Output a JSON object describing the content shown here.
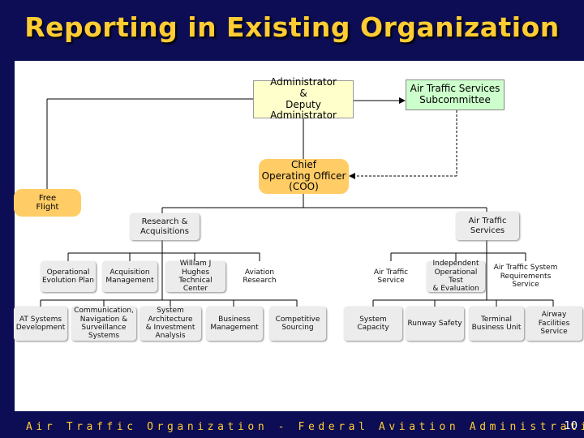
{
  "title": "Reporting in Existing Organization",
  "nodes": {
    "administrator": "Administrator\n&\nDeputy Administrator",
    "subcommittee": "Air Traffic Services\nSubcommittee",
    "coo": "Chief\nOperating Officer\n(COO)",
    "free_flight": "Free\nFlight",
    "research_acquisitions": "Research &\nAcquisitions",
    "air_traffic_services": "Air Traffic\nServices",
    "operational_evolution_plan": "Operational\nEvolution Plan",
    "acquisition_management": "Acquisition\nManagement",
    "william_j_hughes": "William J Hughes\nTechnical Center",
    "aviation_research": "Aviation Research",
    "at_systems_development": "AT Systems\nDevelopment",
    "cns": "Communication,\nNavigation &\nSurveillance Systems",
    "system_architecture": "System Architecture\n& Investment\nAnalysis",
    "business_management": "Business\nManagement",
    "competitive_sourcing": "Competitive\nSourcing",
    "air_traffic_service": "Air Traffic Service",
    "independent_ot_e": "Independent\nOperational Test\n& Evaluation",
    "at_system_requirements": "Air Traffic System\nRequirements\nService",
    "system_capacity": "System Capacity",
    "runway_safety": "Runway Safety",
    "terminal_business_unit": "Terminal\nBusiness Unit",
    "airway_facilities": "Airway Facilities\nService"
  },
  "footer": {
    "text": "Air Traffic Organization - Federal Aviation Administration",
    "page": "10"
  }
}
